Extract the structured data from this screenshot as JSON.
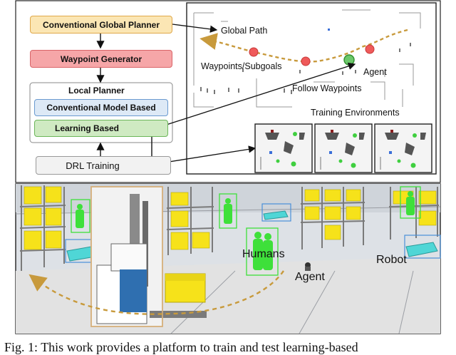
{
  "architecture": {
    "global_planner": "Conventional Global Planner",
    "waypoint_generator": "Waypoint Generator",
    "local_planner": "Local Planner",
    "model_based": "Conventional Model Based",
    "learning_based": "Learning Based",
    "drl_training": "DRL Training"
  },
  "map_panel": {
    "global_path": "Global Path",
    "waypoints": "Waypoints/Subgoals",
    "agent": "Agent",
    "follow_waypoints": "Follow Waypoints",
    "training_environments": "Training Environments"
  },
  "scene": {
    "humans": "Humans",
    "agent": "Agent",
    "robot": "Robot"
  },
  "caption": "Fig. 1: This work provides a platform to train and test learning-based",
  "colors": {
    "global_planner_fill": "#fbe6b4",
    "global_planner_stroke": "#e0a84a",
    "waypoint_fill": "#f6a6a8",
    "waypoint_stroke": "#d96468",
    "model_fill": "#dde9f6",
    "model_stroke": "#6a9ad0",
    "learning_fill": "#cfeac2",
    "learning_stroke": "#6cb65a",
    "path_dash": "#c89a3c",
    "human_green": "#3ee03a",
    "shelf_yellow": "#f6e21a",
    "robot_cyan": "#4fd6d6"
  }
}
